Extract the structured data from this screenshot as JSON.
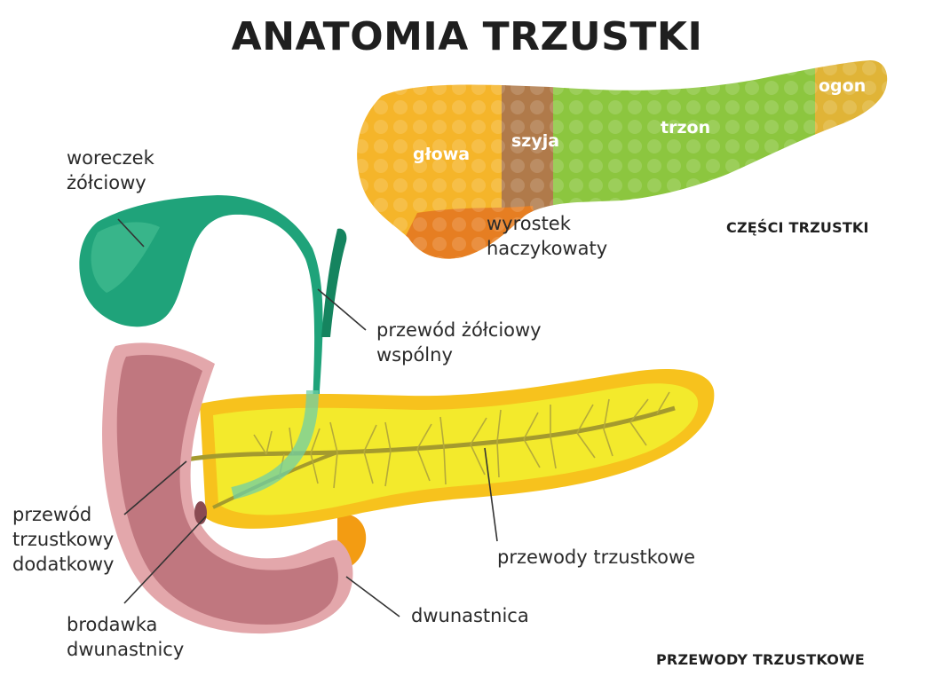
{
  "title": "ANATOMIA TRZUSTKI",
  "sections": {
    "parts_heading": "CZĘŚCI TRZUSTKI",
    "ducts_heading": "PRZEWODY TRZUSTKOWE"
  },
  "parts": {
    "head": "głowa",
    "neck": "szyja",
    "body": "trzon",
    "tail": "ogon",
    "uncinate": [
      "wyrostek",
      "haczykowaty"
    ]
  },
  "labels": {
    "gallbladder": [
      "woreczek",
      "żółciowy"
    ],
    "common_bile_duct": [
      "przewód żółciowy",
      "wspólny"
    ],
    "accessory_duct": [
      "przewód",
      "trzustkowy",
      "dodatkowy"
    ],
    "papilla": [
      "brodawka",
      "dwunastnicy"
    ],
    "pancreatic_ducts": "przewody trzustkowe",
    "duodenum": "dwunastnica"
  },
  "colors": {
    "head": "#f5b52a",
    "neck": "#b07a4a",
    "body": "#8cc63f",
    "tail": "#e0b437",
    "uncinate": "#e67e22",
    "gallbladder": "#1fa37a",
    "pancreas_fill": "#f3ea2c",
    "pancreas_rim": "#f7c21d",
    "duct": "#a49a2e",
    "duodenum_outer": "#e3a7ab",
    "duodenum_inner": "#c0777f"
  }
}
